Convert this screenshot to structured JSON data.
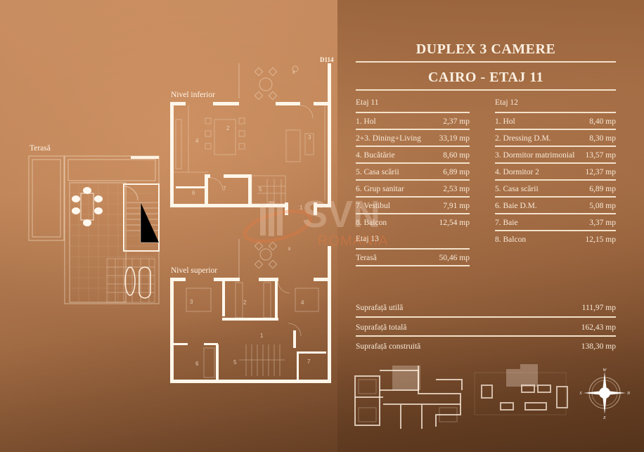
{
  "header": {
    "title": "DUPLEX 3 CAMERE",
    "subtitle": "CAIRO - ETAJ 11"
  },
  "plans": {
    "upper_ref": "D114",
    "lower_level_label": "Nivel inferior",
    "upper_level_label": "Nivel superior",
    "terrace_label": "Terasă",
    "lower_room_numbers": [
      "1",
      "2",
      "3",
      "4",
      "5",
      "6",
      "7",
      "8"
    ],
    "upper_room_numbers": [
      "1",
      "2",
      "3",
      "4",
      "5",
      "6",
      "7",
      "8"
    ]
  },
  "floor_11": {
    "label": "Etaj 11",
    "rooms": [
      {
        "name": "1. Hol",
        "area": "2,37 mp"
      },
      {
        "name": "2+3. Dining+Living",
        "area": "33,19 mp"
      },
      {
        "name": "4. Bucătărie",
        "area": "8,60 mp"
      },
      {
        "name": "5. Casa scării",
        "area": "6,89 mp"
      },
      {
        "name": "6. Grup sanitar",
        "area": "2,53 mp"
      },
      {
        "name": "7. Vestibul",
        "area": "7,91 mp"
      },
      {
        "name": "8. Balcon",
        "area": "12,54 mp"
      }
    ]
  },
  "floor_13": {
    "label": "Etaj 13",
    "rooms": [
      {
        "name": "Terasă",
        "area": "50,46 mp"
      }
    ]
  },
  "floor_12": {
    "label": "Etaj 12",
    "rooms": [
      {
        "name": "1. Hol",
        "area": "8,40 mp"
      },
      {
        "name": "2. Dressing D.M.",
        "area": "8,30 mp"
      },
      {
        "name": "3. Dormitor matrimonial",
        "area": "13,57 mp"
      },
      {
        "name": "4. Dormitor 2",
        "area": "12,37 mp"
      },
      {
        "name": "5. Casa scării",
        "area": "6,89 mp"
      },
      {
        "name": "6. Baie D.M.",
        "area": "5,08 mp"
      },
      {
        "name": "7. Baie",
        "area": "3,37 mp"
      },
      {
        "name": "8. Balcon",
        "area": "12,15 mp"
      }
    ]
  },
  "totals": [
    {
      "name": "Suprafață utilă",
      "area": "111,97 mp"
    },
    {
      "name": "Suprafață totală",
      "area": "162,43 mp"
    },
    {
      "name": "Suprafață construită",
      "area": "138,30 mp"
    }
  ],
  "compass": {
    "top": "W",
    "right": "N",
    "bottom": "E",
    "left": "S"
  },
  "watermark": {
    "brand": "SVN",
    "sub": "ROMANIA"
  },
  "colors": {
    "line": "#f3e2cb",
    "text": "#f8ead8",
    "bg_light": "#c98e61",
    "bg_dark": "#57351d",
    "watermark": "#f0783c"
  }
}
